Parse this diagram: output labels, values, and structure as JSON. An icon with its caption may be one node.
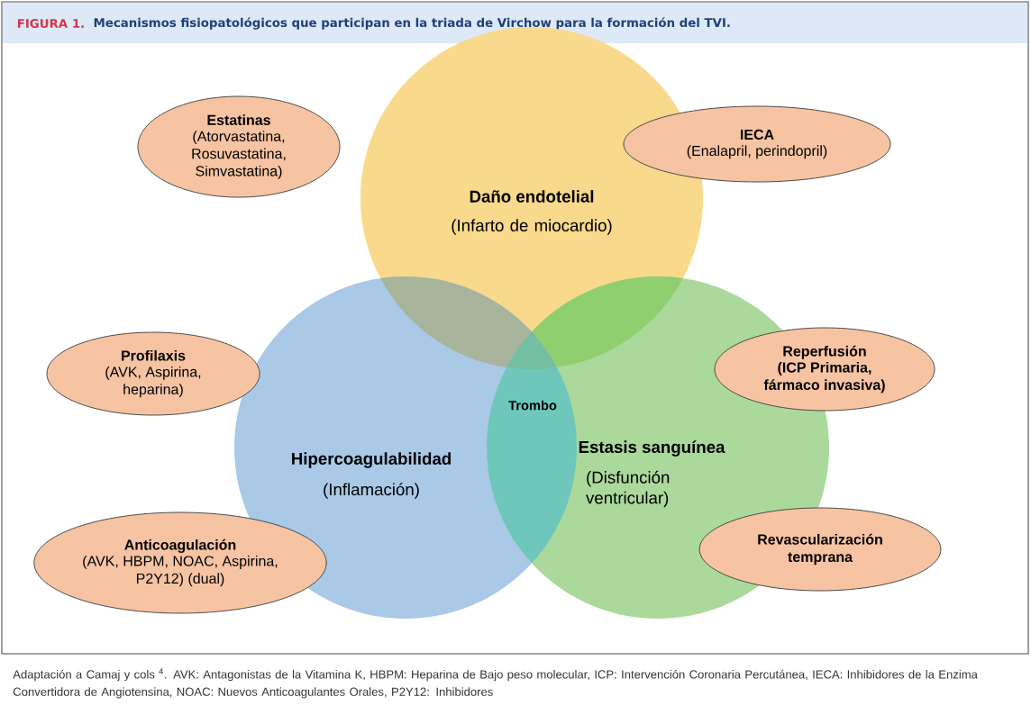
{
  "diagram": {
    "title": "Mecanismos fisiopatológicos que participan en la triada de Virchow para la formación del TVI.",
    "caption": "Adaptación a Camaj y cols $^{4}$. AVK: Antagonistas de la Vitamina K, HBPM: Heparina de Bajo peso molecular, ICP: Intervención Coronaria Percutánea, IECA: Inhibidores de la Enzima Convertidora de Angiotensina, NOAC: Nuevos Anticoagulantes Orales, P2Y12: Inhibidores",
    "nodes": [
      {
        "text": [
          "Estatinas",
          "(Atorvastatina, Rosuvastatina, Simvastatina)"
        ]
      },
      {
        "text": [
          "Daño endotelial",
          "(Infarto de miocardio)"
        ]
      },
      {
        "text": [
          "IECA",
          "(Enalapril, perindopril)"
        ]
      },
      {
        "text": [
          "Profilaxis",
          "(AVK, Aspirina, heparina)"
        ]
      },
      {
        "text": [
          "Reperfusión",
          "(ICP Primaria, fármaco invasiva)"
        ]
      },
      {
        "text": [
          "Hipercoagulabilidad",
          "(Inflamación)"
        ]
      },
      {
        "text": [
          "Estasis sanguínea",
          "(Disfunción ventricular)"
        ]
      },
      {
        "text": [
          "Anticoagulación",
          "(AVK, HBPM, NOAC, Aspirina, P2Y12) (dual)"
        ]
      },
      {
        "text": [
          "Revascularización temprana"
        ]
      }
    ],
    "labels": [
      "FIGURA 1.",
      "Trombo"
    ]
  }
}
